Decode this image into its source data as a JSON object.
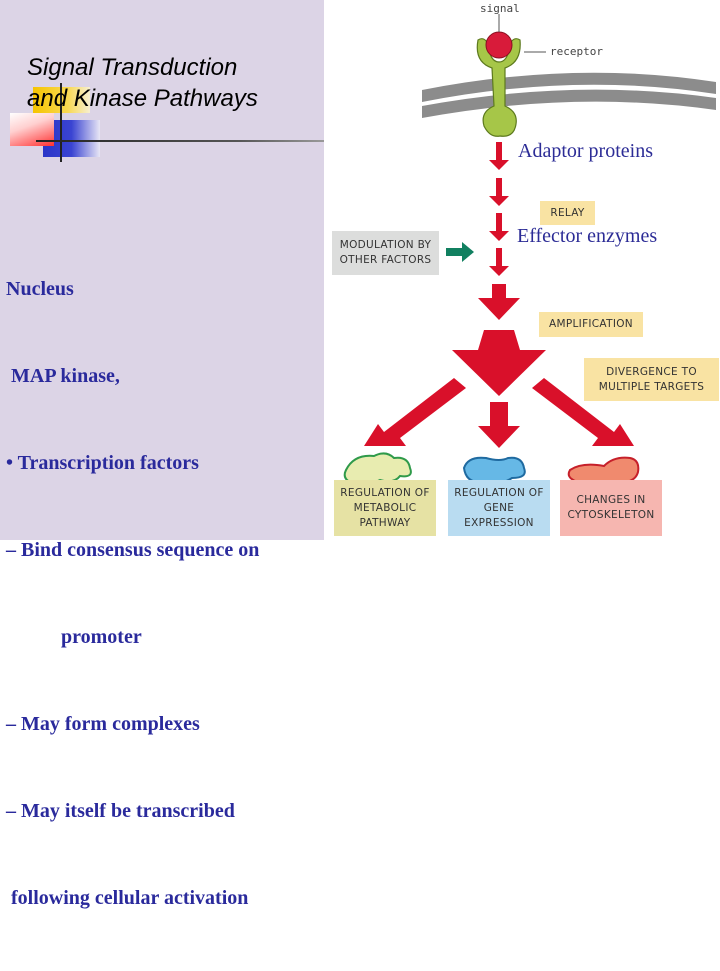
{
  "slide": {
    "title_line1": "Signal Transduction",
    "title_line2": "and Kinase Pathways",
    "body_lines": [
      "Nucleus",
      " MAP kinase,",
      "• Transcription factors",
      "– Bind consensus sequence on",
      "           promoter",
      "– May form complexes",
      "– May itself be transcribed",
      " following cellular activation"
    ]
  },
  "diagram": {
    "signal_label": "signal",
    "receptor_label": "receptor",
    "adaptor_label": "Adaptor proteins",
    "effector_label": "Effector enzymes",
    "relay_label": "RELAY",
    "modulation_label": "MODULATION BY\nOTHER FACTORS",
    "amplification_label": "AMPLIFICATION",
    "divergence_label": "DIVERGENCE TO\nMULTIPLE TARGETS",
    "targets": [
      {
        "label": "REGULATION OF\nMETABOLIC\nPATHWAY",
        "color": "#e6e2a4",
        "blob_color": "#e8ecb0",
        "blob_edge": "#2f9a4a"
      },
      {
        "label": "REGULATION OF\nGENE\nEXPRESSION",
        "color": "#b9dcf1",
        "blob_color": "#66b8e6",
        "blob_edge": "#1f6aa0"
      },
      {
        "label": "CHANGES IN\nCYTOSKELETON",
        "color": "#f6b6b0",
        "blob_color": "#f08a6e",
        "blob_edge": "#c6202a"
      }
    ],
    "colors": {
      "arrow_red": "#d9102a",
      "modulation_arrow": "#118060",
      "receptor_green": "#a6c648",
      "signal_red": "#d81b3a",
      "membrane_grey": "#8c8c8c",
      "label_blue": "#2c2c96"
    }
  }
}
